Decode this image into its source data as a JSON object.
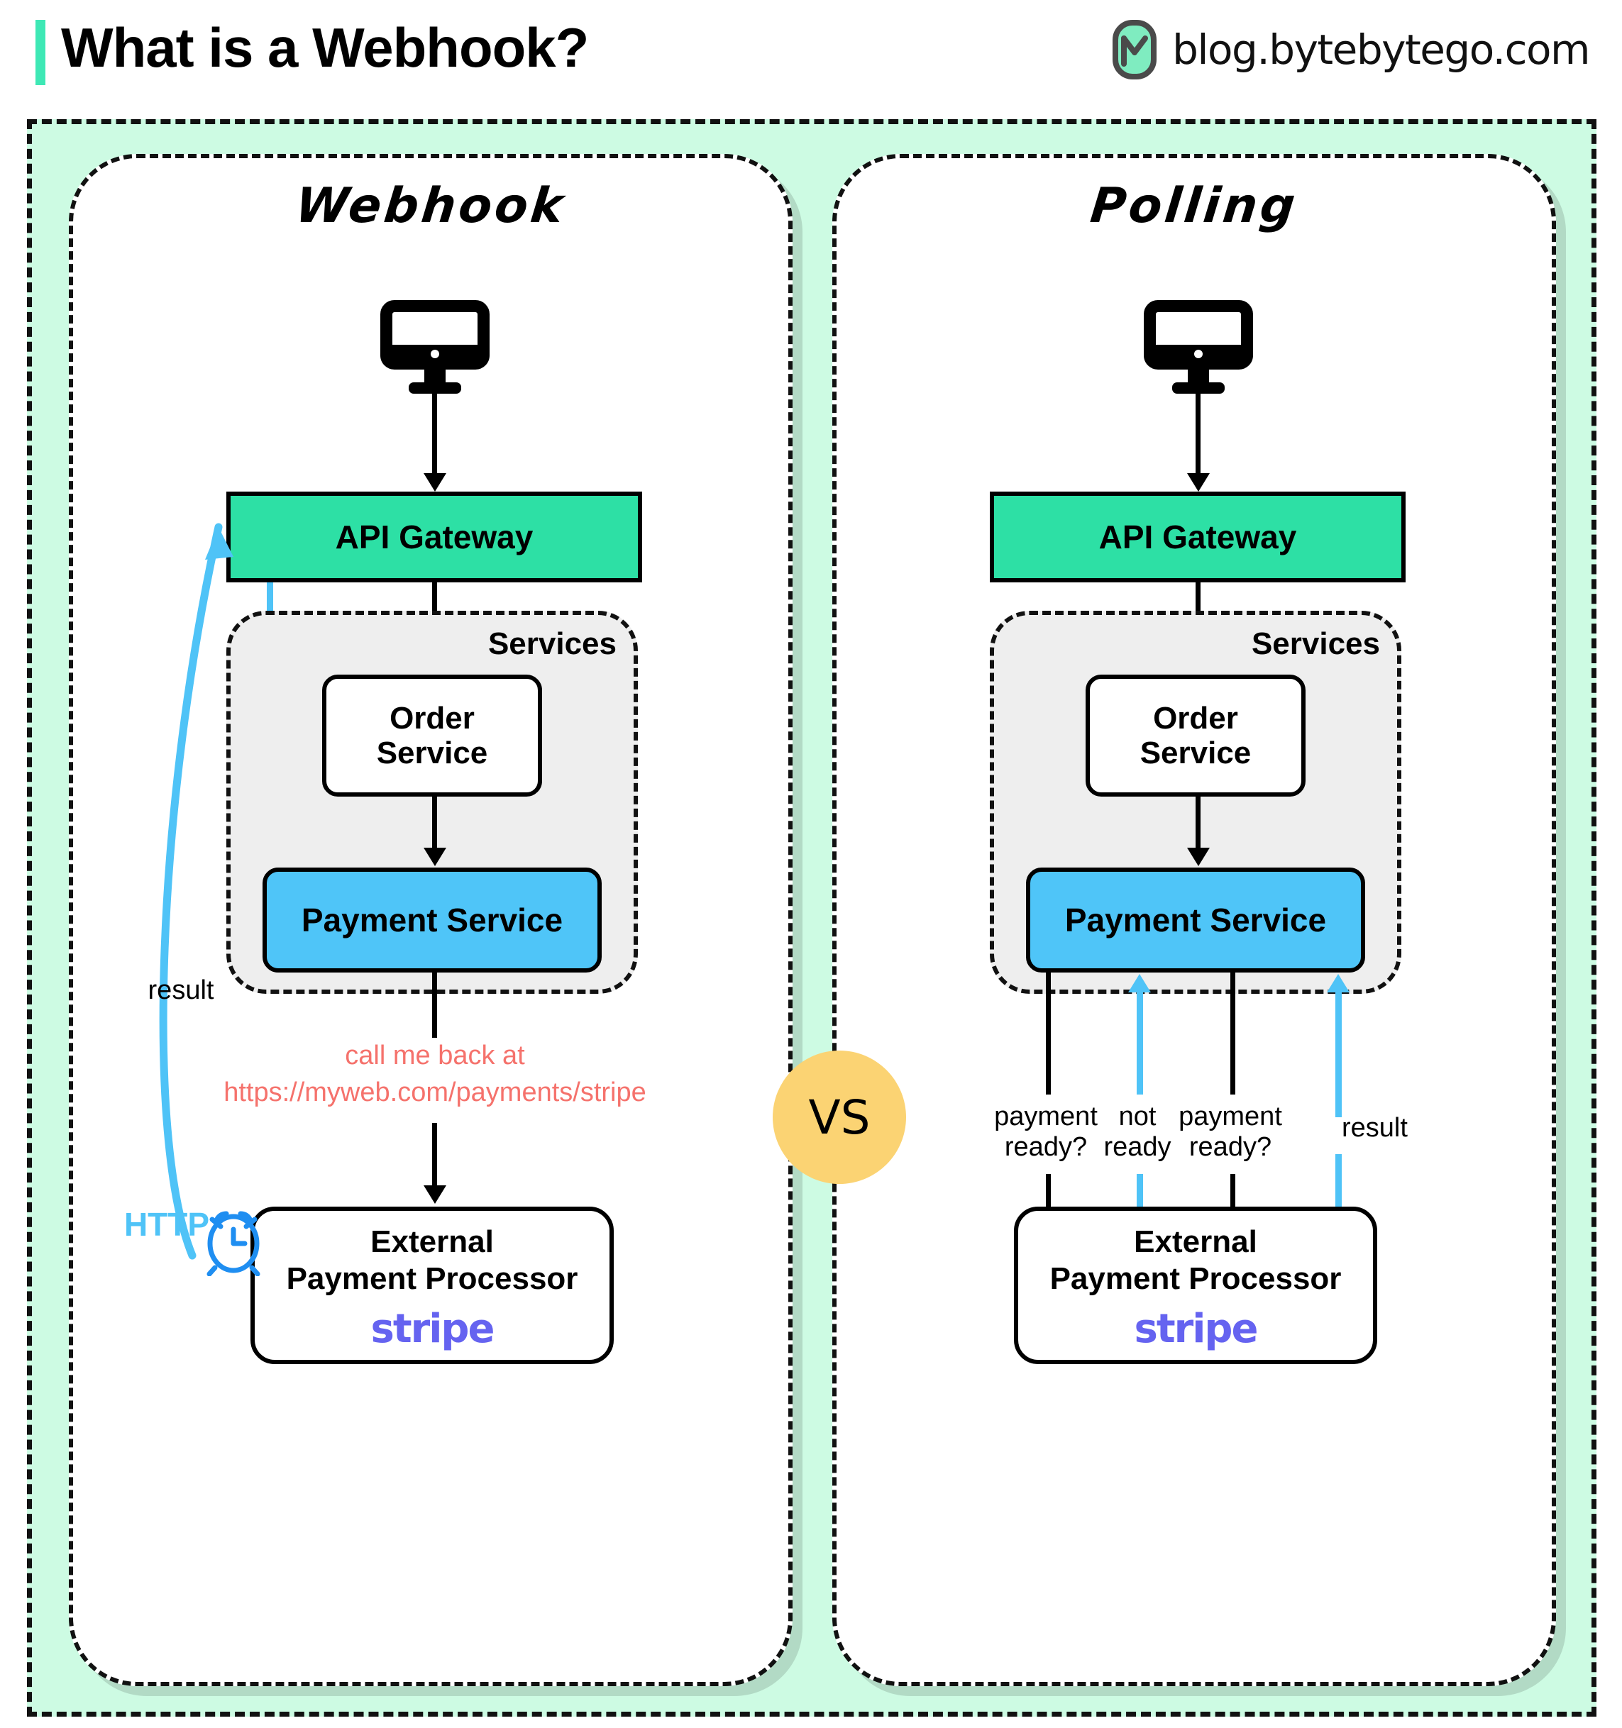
{
  "header": {
    "title": "What is a Webhook?",
    "brand_url": "blog.bytebytego.com",
    "logo_icon": "bytebytego-logo-icon",
    "accent_color": "#3ee8b5"
  },
  "vs_badge": {
    "label": "VS",
    "color": "#fbd373"
  },
  "colors": {
    "canvas_mint": "#cdfbe3",
    "api_gateway_green": "#2de0a5",
    "payment_service_blue": "#4fc5f8",
    "http_blue": "#4fc3f7",
    "callback_red": "#f5726c",
    "stripe_purple": "#6563f0",
    "services_gray": "#eeeeee"
  },
  "panels": [
    {
      "id": "webhook",
      "title": "Webhook",
      "client_icon": "monitor-icon",
      "api_gateway": "API Gateway",
      "services_label": "Services",
      "order_service_line1": "Order",
      "order_service_line2": "Service",
      "payment_service": "Payment Service",
      "external_line1": "External",
      "external_line2": "Payment Processor",
      "external_logo": "stripe",
      "callback_line1": "call me back at",
      "callback_line2": "https://myweb.com/payments/stripe",
      "result_label": "result",
      "http_label": "HTTP",
      "clock_icon": "alarm-clock-icon"
    },
    {
      "id": "polling",
      "title": "Polling",
      "client_icon": "monitor-icon",
      "api_gateway": "API Gateway",
      "services_label": "Services",
      "order_service_line1": "Order",
      "order_service_line2": "Service",
      "payment_service": "Payment Service",
      "external_line1": "External",
      "external_line2": "Payment Processor",
      "external_logo": "stripe",
      "poll_labels": [
        {
          "line1": "payment",
          "line2": "ready?",
          "direction": "down"
        },
        {
          "line1": "not",
          "line2": "ready",
          "direction": "up"
        },
        {
          "line1": "payment",
          "line2": "ready?",
          "direction": "down"
        },
        {
          "line1": "result",
          "line2": "",
          "direction": "up"
        }
      ]
    }
  ]
}
